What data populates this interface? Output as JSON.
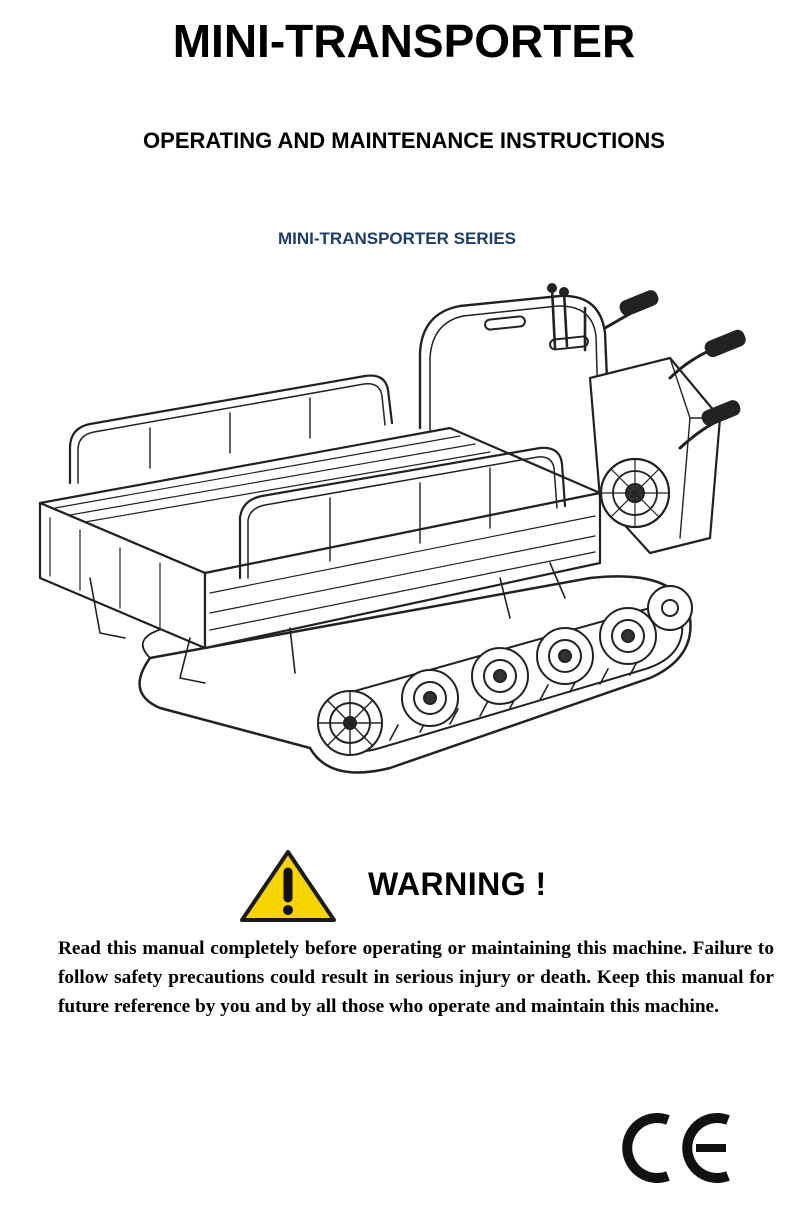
{
  "document": {
    "title": "MINI-TRANSPORTER",
    "subtitle": "OPERATING AND MAINTENANCE INSTRUCTIONS",
    "series": "MINI-TRANSPORTER SERIES",
    "warning": {
      "heading": "WARNING !",
      "body": "Read this manual completely before operating or maintaining this machine. Failure to follow safety precautions could result in serious injury or death. Keep this manual for future reference by you and by all those who operate and maintain this machine."
    }
  },
  "colors": {
    "series_text": "#1f3d6b",
    "warning_yellow": "#f5d400",
    "text": "#000000"
  },
  "icons": {
    "warning": "warning-triangle-icon",
    "ce": "ce-mark-icon"
  }
}
